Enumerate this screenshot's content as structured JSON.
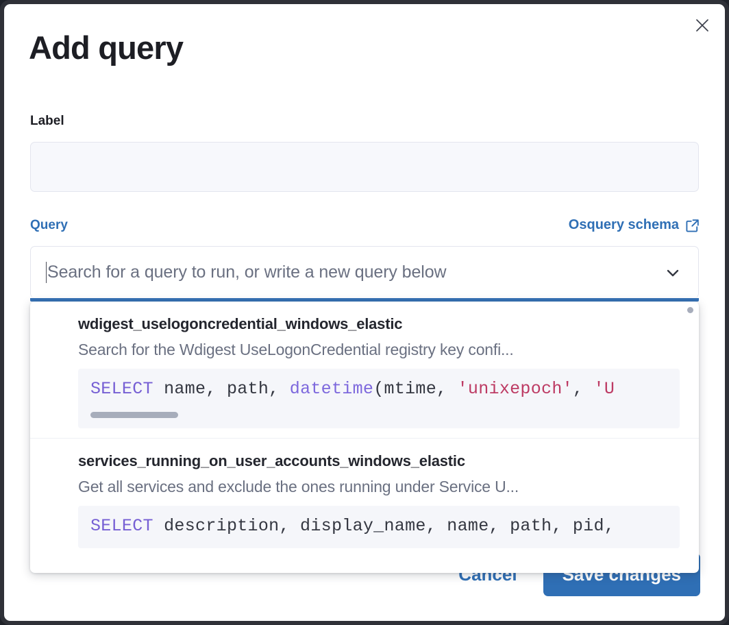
{
  "modal": {
    "title": "Add query",
    "close_icon": "close-icon"
  },
  "label_field": {
    "label": "Label",
    "value": "",
    "placeholder": ""
  },
  "query_field": {
    "label": "Query",
    "schema_link": "Osquery schema",
    "schema_link_icon": "external-link-icon",
    "placeholder": "Search for a query to run, or write a new query below",
    "value": "",
    "chevron_icon": "chevron-down-icon"
  },
  "dropdown": {
    "options": [
      {
        "title": "wdigest_uselogoncredential_windows_elastic",
        "description": "Search for the Wdigest UseLogonCredential registry key confi...",
        "code": {
          "keyword": "SELECT",
          "plain1": " name, path, ",
          "fn": "datetime",
          "plain2": "(mtime, ",
          "str1": "'unixepoch'",
          "plain3": ", ",
          "str2": "'U"
        },
        "has_scrollbar": true
      },
      {
        "title": "services_running_on_user_accounts_windows_elastic",
        "description": "Get all services and exclude the ones running under Service U...",
        "code": {
          "keyword": "SELECT",
          "plain1": " description, display_name, name, path, pid,",
          "fn": "",
          "plain2": "",
          "str1": "",
          "plain3": "",
          "str2": ""
        },
        "has_scrollbar": false
      }
    ]
  },
  "footer": {
    "cancel_label": "Cancel",
    "save_label": "Save changes"
  },
  "colors": {
    "accent": "#2f6fb5",
    "focus_underline": "#3571b5",
    "text_primary": "#1d1e24",
    "text_muted": "#6a7081",
    "code_bg": "#f5f6fa",
    "keyword": "#765fd4",
    "string": "#bd3a63"
  }
}
